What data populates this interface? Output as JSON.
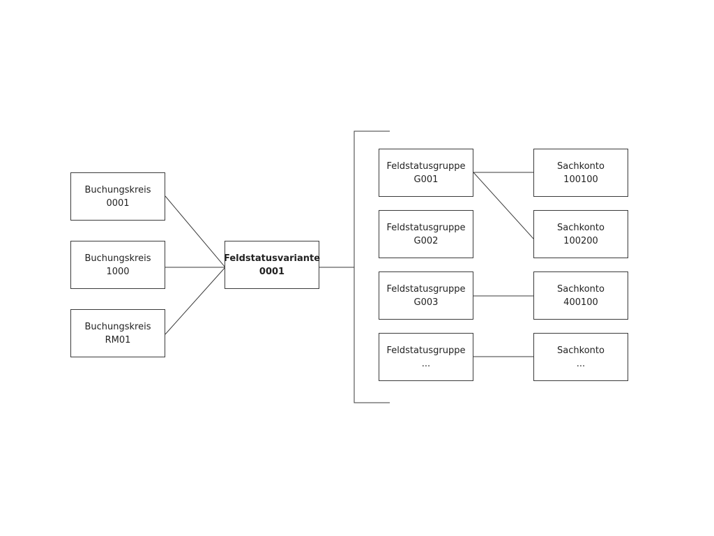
{
  "buchungskreise": [
    {
      "label": "Buchungskreis",
      "id": "0001"
    },
    {
      "label": "Buchungskreis",
      "id": "1000"
    },
    {
      "label": "Buchungskreis",
      "id": "RM01"
    }
  ],
  "variante": {
    "label": "Feldstatusvariante",
    "id": "0001"
  },
  "gruppen": [
    {
      "label": "Feldstatusgruppe",
      "id": "G001"
    },
    {
      "label": "Feldstatusgruppe",
      "id": "G002"
    },
    {
      "label": "Feldstatusgruppe",
      "id": "G003"
    },
    {
      "label": "Feldstatusgruppe",
      "id": "..."
    }
  ],
  "konten": [
    {
      "label": "Sachkonto",
      "id": "100100"
    },
    {
      "label": "Sachkonto",
      "id": "100200"
    },
    {
      "label": "Sachkonto",
      "id": "400100"
    },
    {
      "label": "Sachkonto",
      "id": "..."
    }
  ]
}
